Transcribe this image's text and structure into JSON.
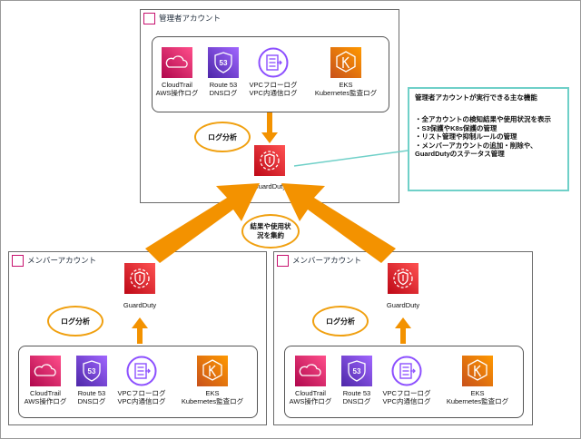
{
  "admin": {
    "title": "管理者アカウント",
    "services": [
      {
        "icon": "cloudtrail-icon",
        "line1": "CloudTrail",
        "line2": "AWS操作ログ"
      },
      {
        "icon": "route53-icon",
        "line1": "Route 53",
        "line2": "DNSログ"
      },
      {
        "icon": "vpc-flow-logs-icon",
        "line1": "VPCフローログ",
        "line2": "VPC内通信ログ"
      },
      {
        "icon": "eks-icon",
        "line1": "EKS",
        "line2": "Kubernetes監査ログ"
      }
    ],
    "bubble": "ログ分析",
    "guardduty": "GuardDuty"
  },
  "members": [
    {
      "title": "メンバーアカウント",
      "guardduty": "GuardDuty",
      "bubble": "ログ分析",
      "services": [
        {
          "icon": "cloudtrail-icon",
          "line1": "CloudTrail",
          "line2": "AWS操作ログ"
        },
        {
          "icon": "route53-icon",
          "line1": "Route 53",
          "line2": "DNSログ"
        },
        {
          "icon": "vpc-flow-logs-icon",
          "line1": "VPCフローログ",
          "line2": "VPC内通信ログ"
        },
        {
          "icon": "eks-icon",
          "line1": "EKS",
          "line2": "Kubernetes監査ログ"
        }
      ]
    },
    {
      "title": "メンバーアカウント",
      "guardduty": "GuardDuty",
      "bubble": "ログ分析",
      "services": [
        {
          "icon": "cloudtrail-icon",
          "line1": "CloudTrail",
          "line2": "AWS操作ログ"
        },
        {
          "icon": "route53-icon",
          "line1": "Route 53",
          "line2": "DNSログ"
        },
        {
          "icon": "vpc-flow-logs-icon",
          "line1": "VPCフローログ",
          "line2": "VPC内通信ログ"
        },
        {
          "icon": "eks-icon",
          "line1": "EKS",
          "line2": "Kubernetes監査ログ"
        }
      ]
    }
  ],
  "aggregate_bubble": {
    "line1": "結果や使用状",
    "line2": "況を集約"
  },
  "callout": {
    "title": "管理者アカウントが実行できる主な機能",
    "items": [
      "・全アカウントの検知結果や使用状況を表示",
      "・S3保護やK8s保護の管理",
      "・リスト管理や抑制ルールの管理",
      "・メンバーアカウントの追加・削除や、GuardDutyのステータス管理"
    ]
  },
  "colors": {
    "orange": "#f39200",
    "cloudtrail": "#e7157b",
    "route53": "#8c4fff",
    "eks": "#ed7100",
    "guardduty": "#dd344c",
    "callout_border": "#6fd0c8"
  }
}
